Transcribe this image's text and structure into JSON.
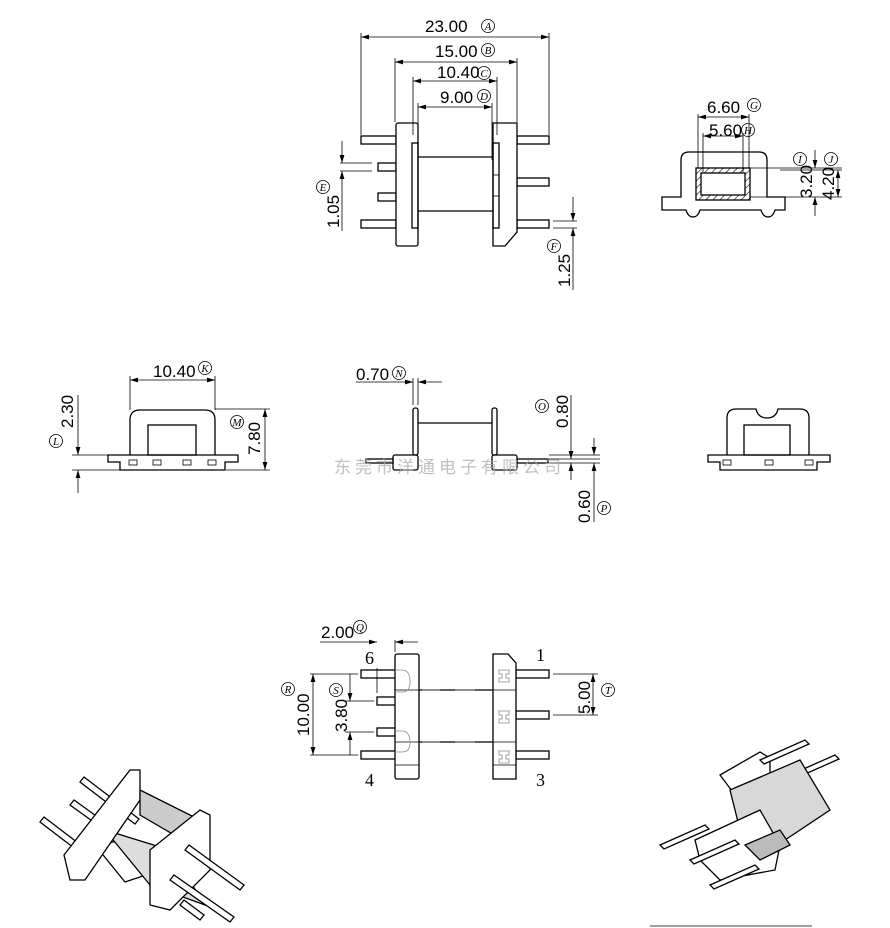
{
  "watermark": "东莞市洋通电子有限公司",
  "dimensions": {
    "A": {
      "label": "A",
      "value": "23.00"
    },
    "B": {
      "label": "B",
      "value": "15.00"
    },
    "C": {
      "label": "C",
      "value": "10.40"
    },
    "D": {
      "label": "D",
      "value": "9.00"
    },
    "E": {
      "label": "E",
      "value": "1.05"
    },
    "F": {
      "label": "F",
      "value": "1.25"
    },
    "G": {
      "label": "G",
      "value": "6.60"
    },
    "H": {
      "label": "H",
      "value": "5.60"
    },
    "I": {
      "label": "I",
      "value": "3.20"
    },
    "J": {
      "label": "J",
      "value": "4.20"
    },
    "K": {
      "label": "K",
      "value": "10.40"
    },
    "L": {
      "label": "L",
      "value": "2.30"
    },
    "M": {
      "label": "M",
      "value": "7.80"
    },
    "N": {
      "label": "N",
      "value": "0.70"
    },
    "O": {
      "label": "O",
      "value": "0.80"
    },
    "P": {
      "label": "P",
      "value": "0.60"
    },
    "Q": {
      "label": "Q",
      "value": "2.00"
    },
    "R": {
      "label": "R",
      "value": "10.00"
    },
    "S": {
      "label": "S",
      "value": "3.80"
    },
    "T": {
      "label": "T",
      "value": "5.00"
    }
  },
  "pin_numbers": {
    "p1": "1",
    "p3": "3",
    "p4": "4",
    "p6": "6"
  }
}
